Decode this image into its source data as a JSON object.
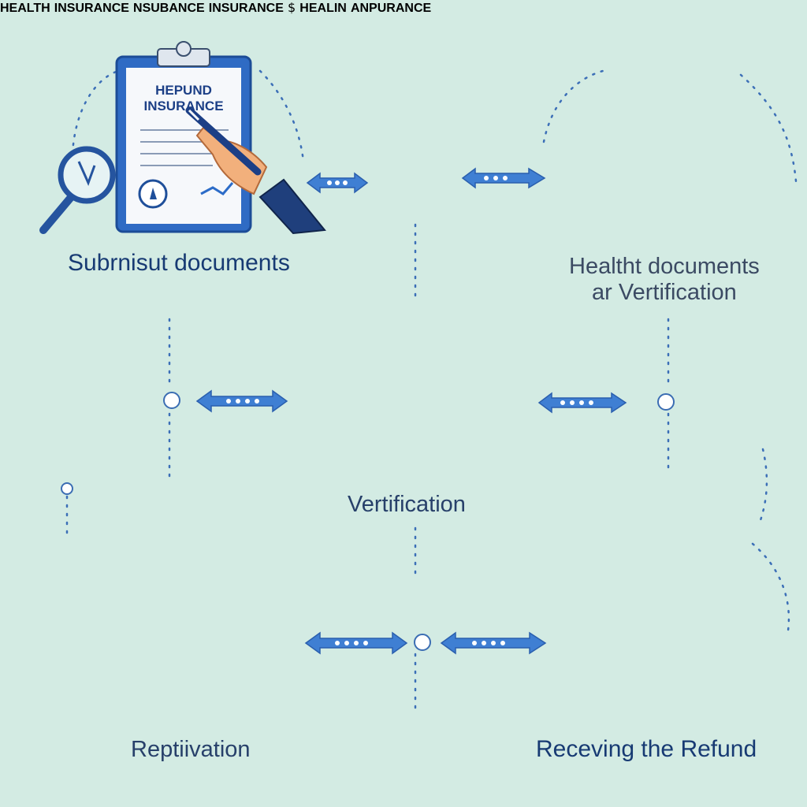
{
  "steps": [
    {
      "caption": "Subrnisut documents",
      "doc_title_lines": [
        "HEPUND",
        "INSURANCE"
      ]
    },
    {
      "caption_lines": [
        "Healtht documents",
        "ar  Vertification"
      ],
      "doc_title_lines": [
        "HEALTH",
        "INSURANCE"
      ]
    },
    {
      "caption": "Vertification"
    },
    {
      "caption": "Reptiivation",
      "doc_title_lines": [
        "NSUBANCE",
        "INSURANCE"
      ]
    },
    {
      "caption": "Receving the Refund",
      "doc_title_lines": [
        "HEALIN",
        "ANPURANCE"
      ]
    }
  ],
  "icons": {
    "dollar_symbol": "$",
    "shield": "shield-pulse-icon",
    "magnifier": "magnifier-icon",
    "cash": "cash-stack-icon",
    "checkmark": "checkmark-icon"
  },
  "colors": {
    "background": "#d3ebe3",
    "accent_blue": "#3d7fd0",
    "dark_blue": "#1f4f9a",
    "cash_green": "#8fcf8c",
    "paper": "#f6f8fb"
  }
}
